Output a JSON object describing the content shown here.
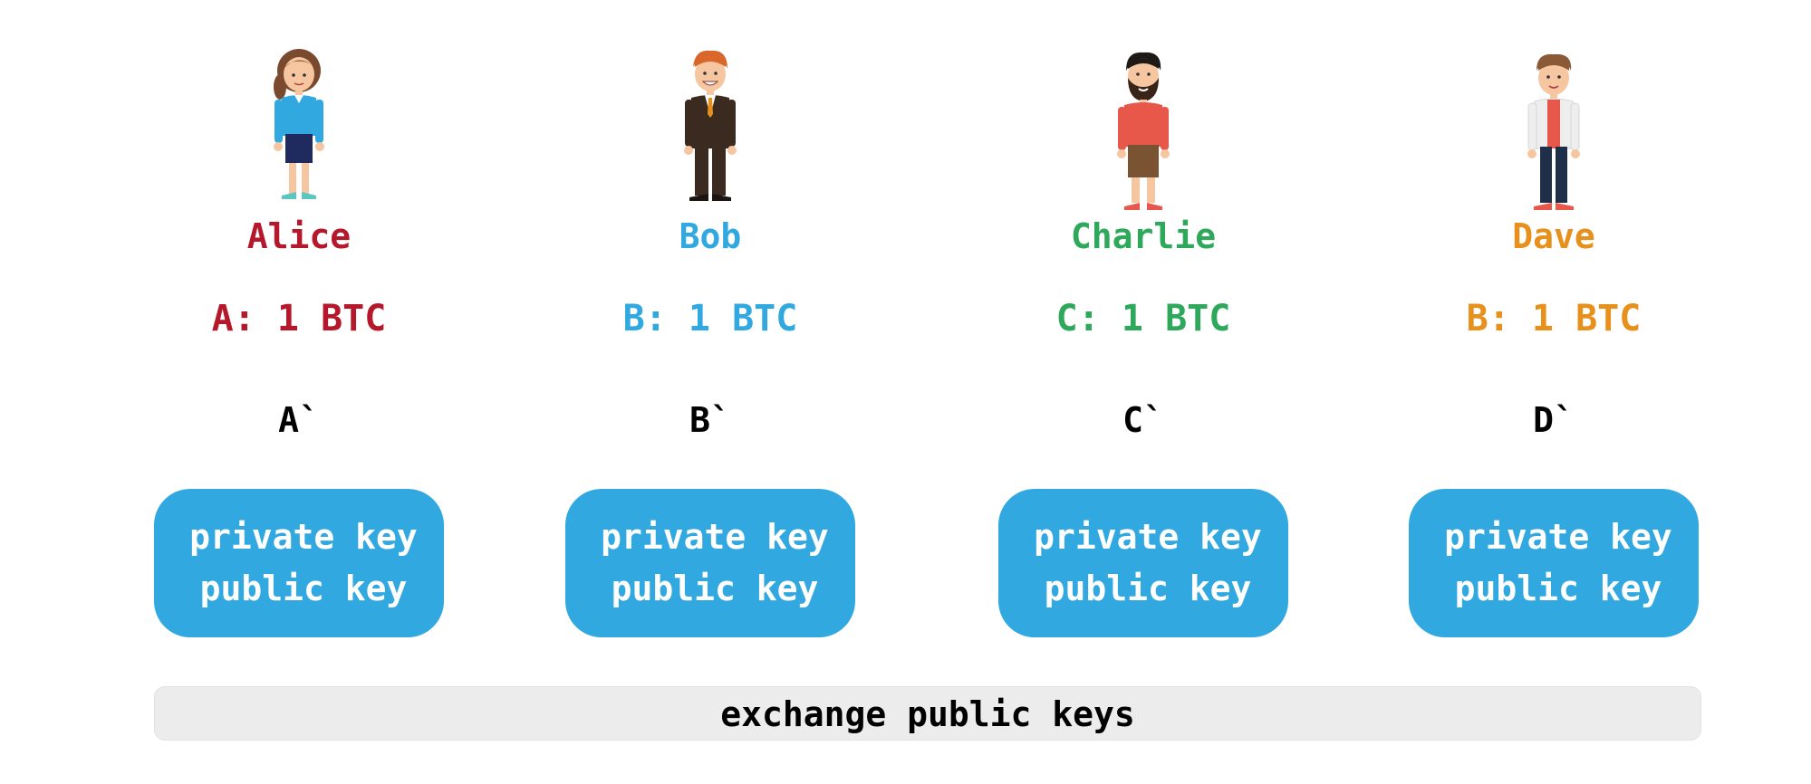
{
  "people": [
    {
      "name": "Alice",
      "balance": "A: 1 BTC",
      "address": "A`",
      "private_key": "private key",
      "public_key": "public key",
      "color": "#b5182b",
      "icon": "woman-avatar-icon"
    },
    {
      "name": "Bob",
      "balance": "B: 1 BTC",
      "address": "B`",
      "private_key": "private key",
      "public_key": "public key",
      "color": "#31a8df",
      "icon": "man-suit-avatar-icon"
    },
    {
      "name": "Charlie",
      "balance": "C: 1 BTC",
      "address": "C`",
      "private_key": "private key",
      "public_key": "public key",
      "color": "#2ea85a",
      "icon": "bearded-man-avatar-icon"
    },
    {
      "name": "Dave",
      "balance": "B: 1 BTC",
      "address": "D`",
      "private_key": "private key",
      "public_key": "public key",
      "color": "#e8901c",
      "icon": "man-jacket-avatar-icon"
    }
  ],
  "exchange_label": "exchange public keys",
  "colors": {
    "key_box": "#31a8df",
    "exchange_bar": "#ececec"
  }
}
